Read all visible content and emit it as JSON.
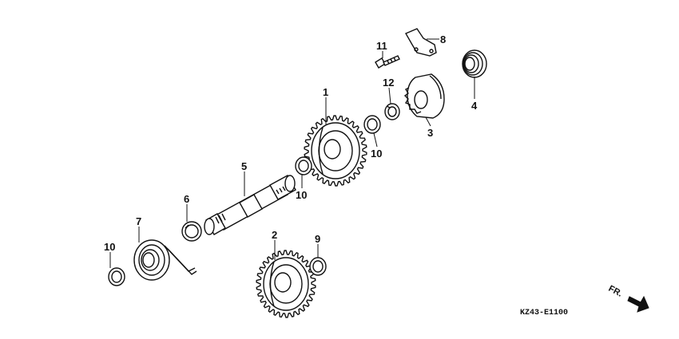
{
  "callouts": {
    "c1": "1",
    "c2": "2",
    "c3": "3",
    "c4": "4",
    "c5": "5",
    "c6": "6",
    "c7": "7",
    "c8": "8",
    "c9": "9",
    "c10a": "10",
    "c10b": "10",
    "c10c": "10",
    "c11": "11",
    "c12": "12"
  },
  "diagram_code": "KZ43-E1100",
  "direction_label": "FR."
}
